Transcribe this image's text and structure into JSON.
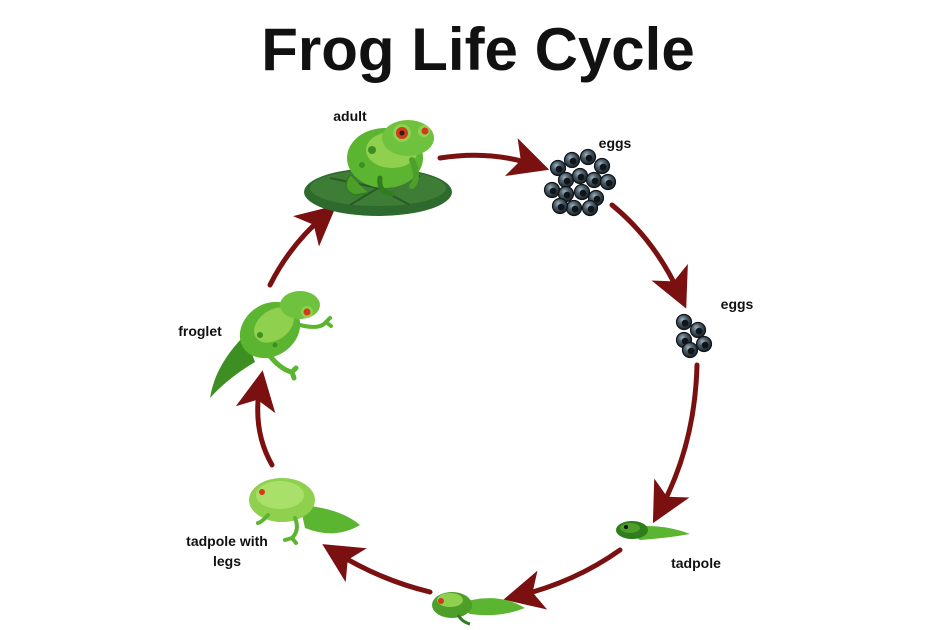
{
  "title": "Frog Life Cycle",
  "stages": [
    {
      "id": "adult",
      "label": "adult",
      "icon": "adult-frog-on-lily-pad-icon"
    },
    {
      "id": "eggs-cluster",
      "label": "eggs",
      "icon": "egg-cluster-icon"
    },
    {
      "id": "eggs-small",
      "label": "eggs",
      "icon": "small-egg-group-icon"
    },
    {
      "id": "tadpole",
      "label": "tadpole",
      "icon": "tadpole-icon"
    },
    {
      "id": "tadpole-growing",
      "label": "",
      "icon": "growing-tadpole-icon"
    },
    {
      "id": "tadpole-with-legs",
      "label_lines": [
        "tadpole with",
        "legs"
      ],
      "icon": "tadpole-with-legs-icon"
    },
    {
      "id": "froglet",
      "label": "froglet",
      "icon": "froglet-icon"
    }
  ],
  "colors": {
    "arrow": "#7a1010",
    "frog_light": "#8fd14f",
    "frog_mid": "#5cb531",
    "frog_dark": "#2f7d1c",
    "lily_pad": "#2e6a2e",
    "lily_pad_light": "#4b8f3c",
    "egg_fill": "#3b4a56",
    "egg_ring": "#0e1418",
    "eye": "#d43a1a",
    "text": "#111111"
  }
}
